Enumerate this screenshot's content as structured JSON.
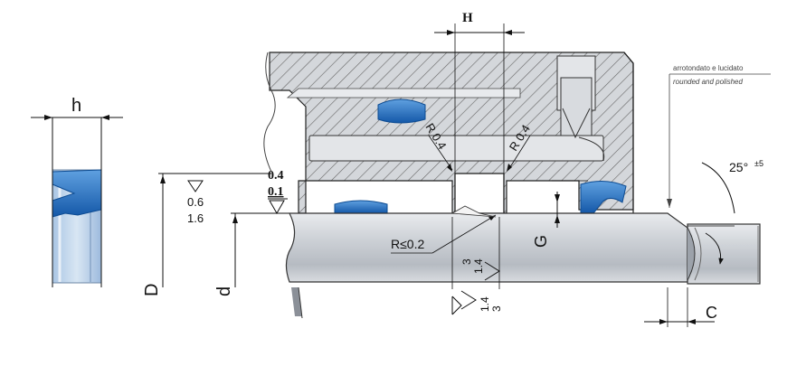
{
  "labels": {
    "h": "h",
    "H": "H",
    "D": "D",
    "d": "d",
    "G": "G",
    "C": "C",
    "r04_left": "R 0.4",
    "r04_right": "R 0.4",
    "r_le_02": "R≤0.2",
    "angle_value": "25°",
    "angle_tol": "±5",
    "note_it": "arrotondato e lucidato",
    "note_en": "rounded and polished"
  },
  "roughness": {
    "housing_top": "0.4",
    "housing_bottom": "0.1",
    "bore_top": "0.6",
    "bore_bottom": "1.6",
    "rod_a_top": "3",
    "rod_a_bottom": "1.4",
    "rod_b_top": "1.4",
    "rod_b_bottom": "3"
  },
  "colors": {
    "seal_blue": "#1f6fc4",
    "seal_light": "#9fbfe0",
    "steel": "#c8ccd2",
    "steel_dark": "#8c939b",
    "hatch": "#555555",
    "housing_fill": "#d4d7db"
  }
}
